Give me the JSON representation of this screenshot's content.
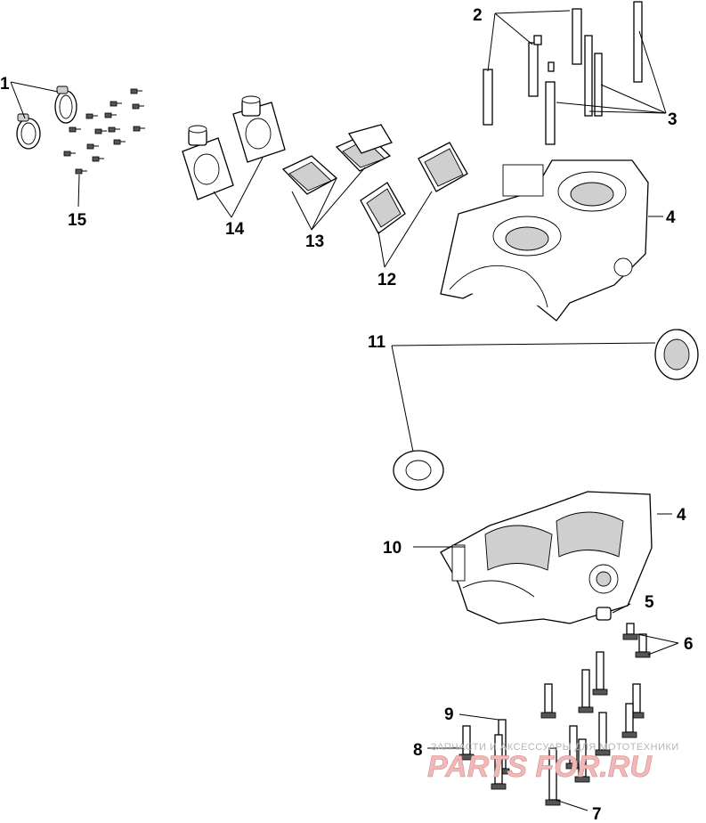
{
  "callouts": [
    {
      "id": "c1",
      "label": "1"
    },
    {
      "id": "c2",
      "label": "2"
    },
    {
      "id": "c3",
      "label": "3"
    },
    {
      "id": "c4a",
      "label": "4"
    },
    {
      "id": "c4b",
      "label": "4"
    },
    {
      "id": "c5",
      "label": "5"
    },
    {
      "id": "c6",
      "label": "6"
    },
    {
      "id": "c7",
      "label": "7"
    },
    {
      "id": "c8",
      "label": "8"
    },
    {
      "id": "c9",
      "label": "9"
    },
    {
      "id": "c10",
      "label": "10"
    },
    {
      "id": "c11",
      "label": "11"
    },
    {
      "id": "c12",
      "label": "12"
    },
    {
      "id": "c13",
      "label": "13"
    },
    {
      "id": "c14",
      "label": "14"
    },
    {
      "id": "c15",
      "label": "15"
    }
  ],
  "watermark": {
    "tagline": "ЗАПЧАСТИ И АКСЕССУАРЫ ДЛЯ МОТОТЕХНИКИ",
    "logo": "PARTS FOR.RU"
  }
}
